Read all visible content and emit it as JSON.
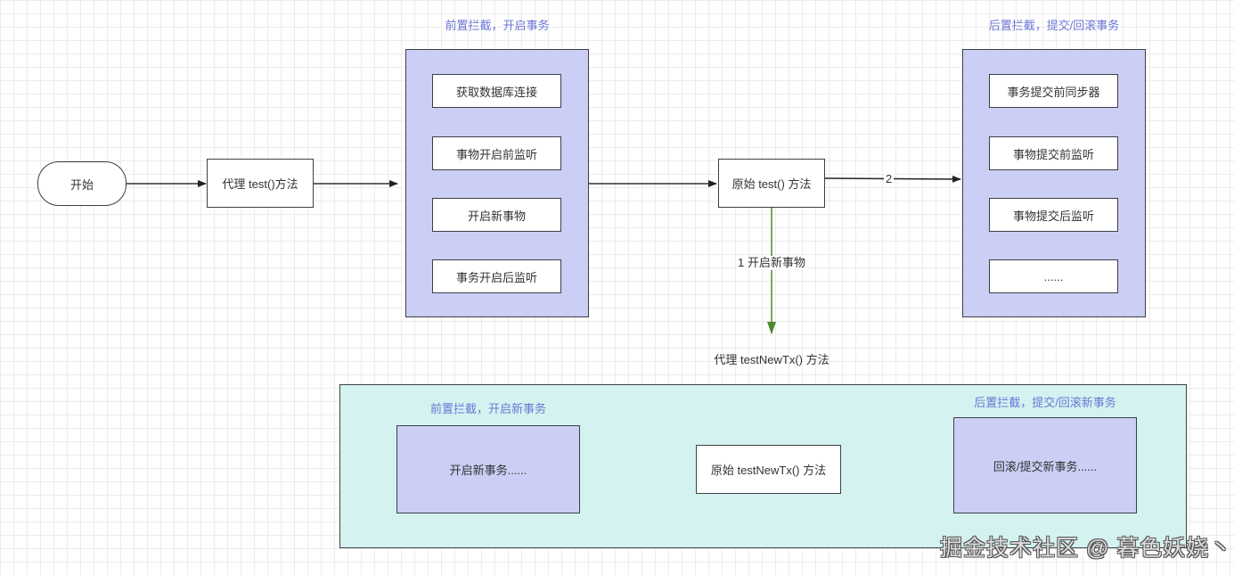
{
  "diagram": {
    "start": "开始",
    "proxy_test": "代理 test()方法",
    "pre_intercept": {
      "caption": "前置拦截，开启事务",
      "steps": [
        "获取数据库连接",
        "事物开启前监听",
        "开启新事物",
        "事务开启后监听"
      ]
    },
    "original_test": "原始 test() 方法",
    "post_intercept": {
      "caption": "后置拦截，提交/回滚事务",
      "steps": [
        "事务提交前同步器",
        "事物提交前监听",
        "事物提交后监听",
        "......"
      ]
    },
    "edges": {
      "to_post_label": "2",
      "new_tx_label": "1 开启新事物"
    },
    "proxy_new_tx": "代理 testNewTx() 方法",
    "nested": {
      "pre_caption": "前置拦截，开启新事务",
      "pre_node": "开启新事务......",
      "original_node": "原始 testNewTx() 方法",
      "post_caption": "后置拦截，提交/回滚新事务",
      "post_node": "回滚/提交新事务......"
    },
    "colors": {
      "group_fill": "#cbcff5",
      "panel_fill": "#d4f3f0",
      "caption_text": "#6b76d6",
      "stroke": "#3c3f46",
      "green_edge": "#4d8a2e"
    }
  },
  "watermark": "掘金技术社区 @ 暮色妖娆丶"
}
